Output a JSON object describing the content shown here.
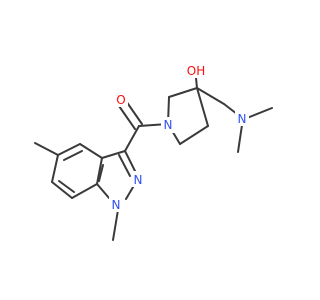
{
  "molecule": {
    "atoms": [
      {
        "id": "o1",
        "symbol": "O",
        "color": "#ff0d0d"
      },
      {
        "id": "n_pyr",
        "symbol": "N",
        "color": "#3050f8"
      },
      {
        "id": "oh",
        "symbol": "OH",
        "color": "#ff0d0d"
      },
      {
        "id": "n_amine",
        "symbol": "N",
        "color": "#3050f8"
      },
      {
        "id": "n_ind1",
        "symbol": "N",
        "color": "#3050f8"
      },
      {
        "id": "n_ind2",
        "symbol": "N",
        "color": "#3050f8"
      }
    ],
    "bond_color": "#3a3a3a"
  }
}
